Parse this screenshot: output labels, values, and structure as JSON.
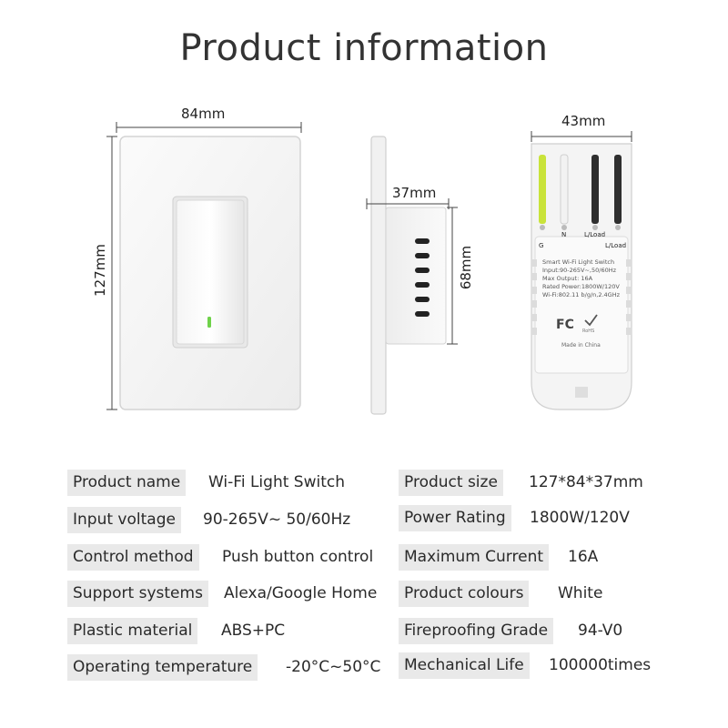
{
  "title": "Product information",
  "dimensions": {
    "front_width": "84mm",
    "front_height": "127mm",
    "side_depth": "37mm",
    "side_height": "68mm",
    "back_width": "43mm"
  },
  "device_back": {
    "terminals": [
      "G",
      "N",
      "L/Load",
      "L/Load"
    ],
    "label_lines": [
      "Smart Wi-Fi Light Switch",
      "Input:90-265V~,50/60Hz",
      "Max Output: 16A",
      "Rated Power:1800W/120V",
      "Wi-Fi:802.11 b/g/n,2.4GHz"
    ],
    "cert_marks": [
      "FC",
      "RoHS"
    ],
    "made_in": "Made in China"
  },
  "specs": {
    "left": [
      {
        "label": "Product name",
        "value": "Wi-Fi Light Switch"
      },
      {
        "label": "Input voltage",
        "value": "90-265V~  50/60Hz"
      },
      {
        "label": "Control method",
        "value": "Push button control"
      },
      {
        "label": "Support systems",
        "value": "Alexa/Google Home"
      },
      {
        "label": "Plastic material",
        "value": "ABS+PC"
      },
      {
        "label": "Operating temperature",
        "value": "-20°C~50°C"
      }
    ],
    "right": [
      {
        "label": "Product size",
        "value": "127*84*37mm"
      },
      {
        "label": "Power Rating",
        "value": "1800W/120V"
      },
      {
        "label": "Maximum Current",
        "value": "16A"
      },
      {
        "label": "Product colours",
        "value": "White"
      },
      {
        "label": "Fireproofing Grade",
        "value": "94-V0"
      },
      {
        "label": "Mechanical Life",
        "value": "100000times"
      }
    ]
  },
  "colors": {
    "led": "#6fd24a",
    "wire_ground": "#c9e33a",
    "wire_neutral": "#f2f2f2",
    "wire_load": "#2f2f2f",
    "spec_label_bg": "#e9e9e9"
  }
}
